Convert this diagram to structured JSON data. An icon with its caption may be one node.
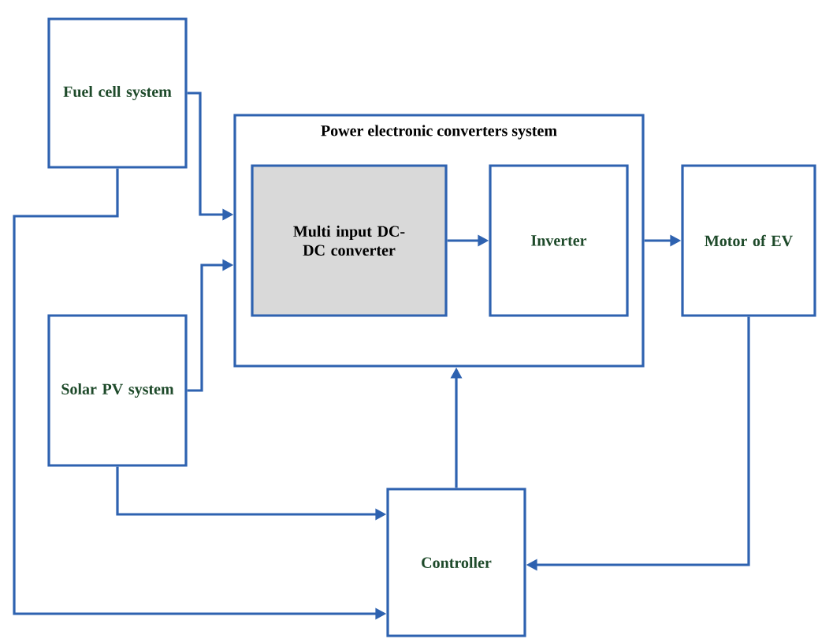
{
  "diagram": {
    "nodes": [
      {
        "text": [
          "Fuel cell system"
        ]
      },
      {
        "text": [
          "Power electronic converters system"
        ]
      },
      {
        "text": [
          "Multi input DC-DC converter"
        ],
        "in": 1
      },
      {
        "text": [
          "Inverter"
        ],
        "in": 1
      },
      {
        "text": [
          "Motor of EV"
        ]
      },
      {
        "text": [
          "Solar PV system"
        ]
      },
      {
        "text": [
          "Controller"
        ]
      }
    ],
    "edges": [
      {
        "from": 0,
        "to": 1,
        "arrow": "to"
      },
      {
        "from": 5,
        "to": 1,
        "arrow": "to"
      },
      {
        "from": 2,
        "to": 3,
        "arrow": "to"
      },
      {
        "from": 1,
        "to": 4,
        "arrow": "to"
      },
      {
        "from": 4,
        "to": 6,
        "arrow": "to"
      },
      {
        "from": 6,
        "to": 1,
        "arrow": "to"
      },
      {
        "from": 5,
        "to": 6,
        "arrow": "to"
      },
      {
        "from": 0,
        "to": 6,
        "arrow": "to"
      }
    ]
  }
}
